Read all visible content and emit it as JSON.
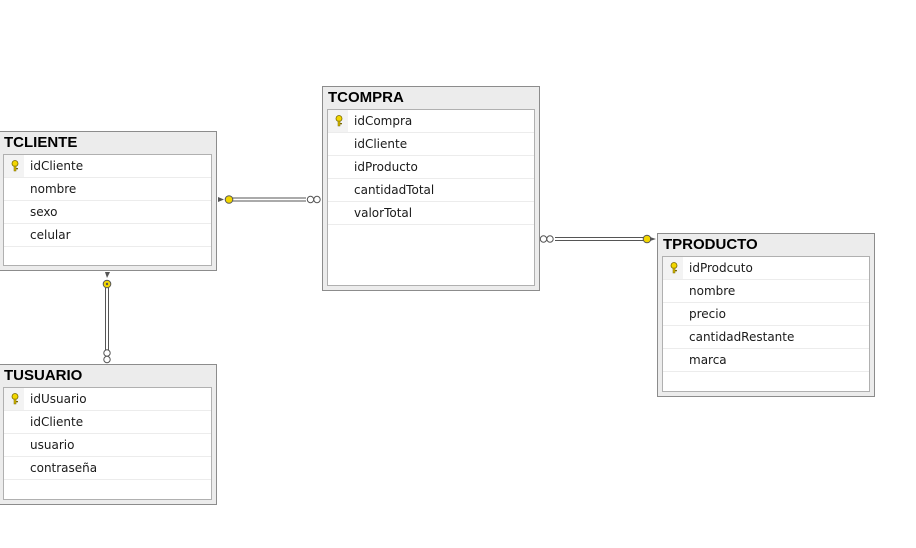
{
  "diagram": {
    "tables": [
      {
        "name": "TCLIENTE",
        "columns": [
          {
            "name": "idCliente",
            "key": true
          },
          {
            "name": "nombre",
            "key": false
          },
          {
            "name": "sexo",
            "key": false
          },
          {
            "name": "celular",
            "key": false
          }
        ]
      },
      {
        "name": "TCOMPRA",
        "columns": [
          {
            "name": "idCompra",
            "key": true
          },
          {
            "name": "idCliente",
            "key": false
          },
          {
            "name": "idProducto",
            "key": false
          },
          {
            "name": "cantidadTotal",
            "key": false
          },
          {
            "name": "valorTotal",
            "key": false
          }
        ]
      },
      {
        "name": "TPRODUCTO",
        "columns": [
          {
            "name": "idProdcuto",
            "key": true
          },
          {
            "name": "nombre",
            "key": false
          },
          {
            "name": "precio",
            "key": false
          },
          {
            "name": "cantidadRestante",
            "key": false
          },
          {
            "name": "marca",
            "key": false
          }
        ]
      },
      {
        "name": "TUSUARIO",
        "columns": [
          {
            "name": "idUsuario",
            "key": true
          },
          {
            "name": "idCliente",
            "key": false
          },
          {
            "name": "usuario",
            "key": false
          },
          {
            "name": "contraseña",
            "key": false
          }
        ]
      }
    ],
    "relationships": [
      {
        "from": "TCLIENTE",
        "to": "TCOMPRA",
        "one_end": "TCLIENTE",
        "many_end": "TCOMPRA"
      },
      {
        "from": "TPRODUCTO",
        "to": "TCOMPRA",
        "one_end": "TPRODUCTO",
        "many_end": "TCOMPRA"
      },
      {
        "from": "TCLIENTE",
        "to": "TUSUARIO",
        "one_end": "TCLIENTE",
        "many_end": "TUSUARIO"
      }
    ],
    "colors": {
      "key": "#f2d600",
      "connector": "#555555"
    }
  }
}
